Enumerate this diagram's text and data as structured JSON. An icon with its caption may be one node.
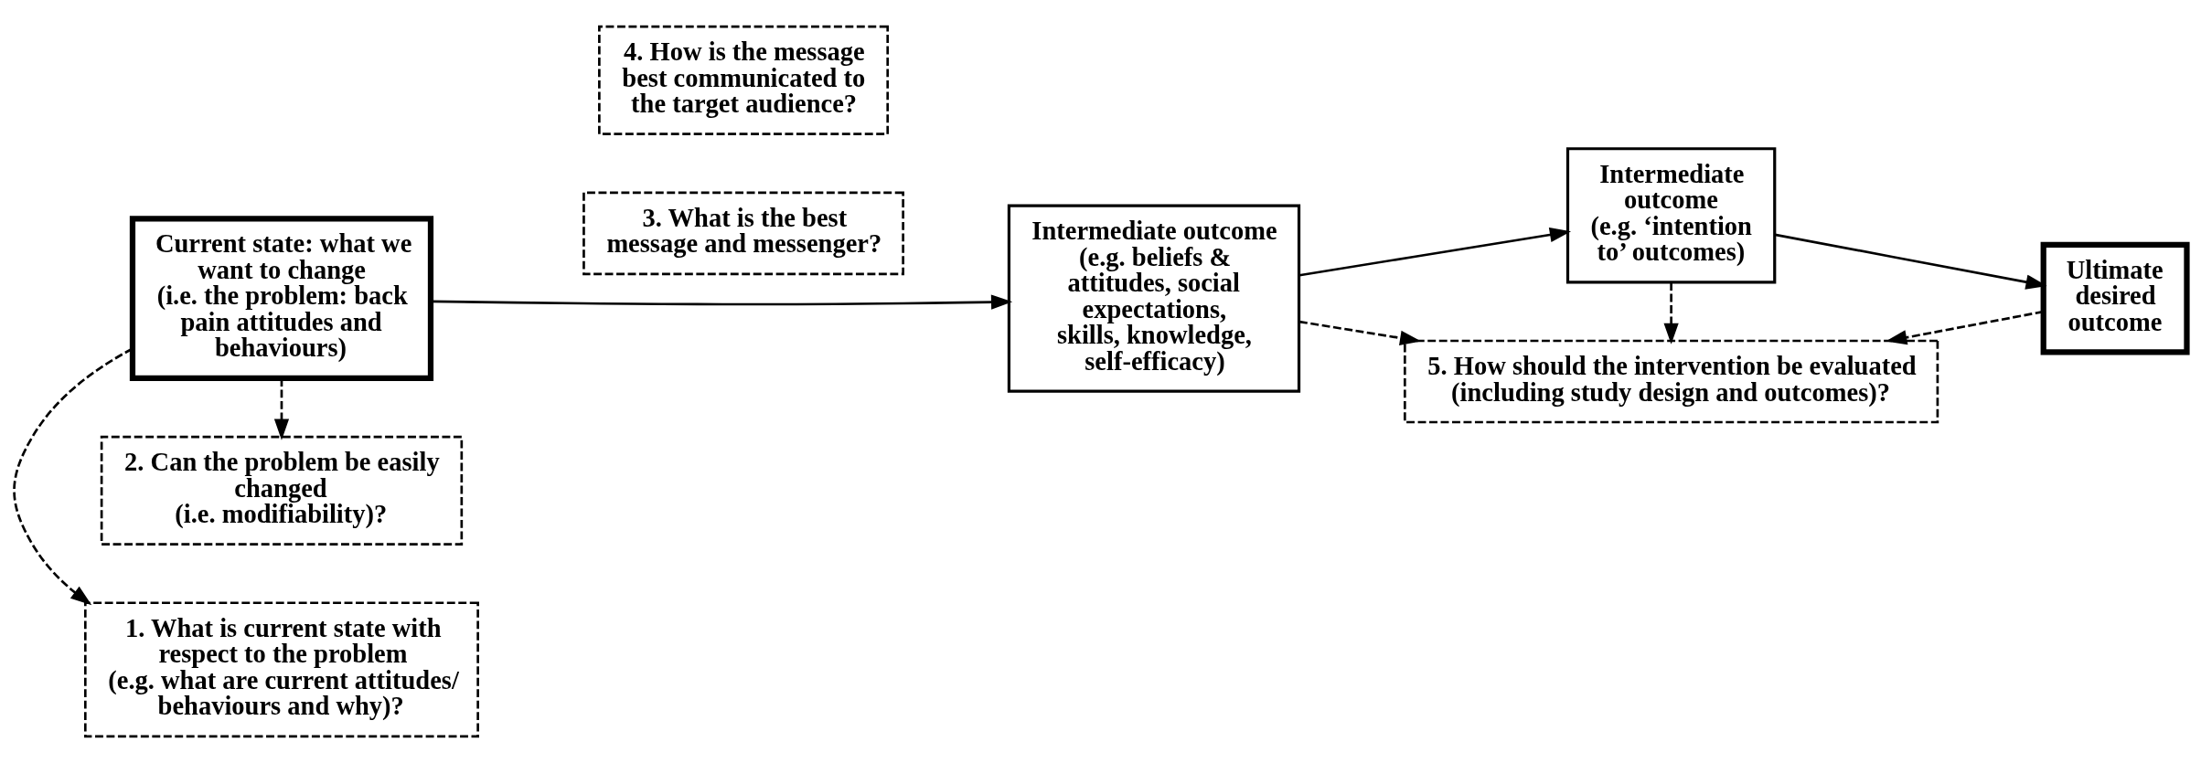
{
  "diagram": {
    "nodes": [
      {
        "text": [
          "1. What is current state with respect to the problem",
          "(e.g. what are current attitudes/ behaviours and why)?"
        ]
      },
      {
        "text": [
          "Current state: what we want to change",
          "(i.e. the problem: back pain attitudes and behaviours)"
        ]
      },
      {
        "text": [
          "2. Can the problem be easily changed",
          "(i.e. modifiability)?"
        ]
      },
      {
        "text": [
          "3. What is the best message and messenger?"
        ]
      },
      {
        "text": [
          "4. How is the message best communicated to the target audience?"
        ]
      },
      {
        "text": [
          "5. How should the intervention be evaluated",
          "(including study design and outcomes)?"
        ]
      },
      {
        "text": [
          "Intermediate outcome",
          "(e.g. beliefs & attitudes, social expectations, skills, knowledge, self-efficacy)"
        ]
      },
      {
        "text": [
          "Intermediate outcome",
          "(e.g. ‘intention to’ outcomes)"
        ]
      },
      {
        "text": [
          "Ultimate desired outcome"
        ]
      }
    ],
    "edges": [
      {
        "from": 1,
        "to": 0,
        "arrow": "to",
        "style": "dashed"
      },
      {
        "from": 1,
        "to": 2,
        "arrow": "to",
        "style": "dashed"
      },
      {
        "from": 1,
        "to": 6,
        "arrow": "to"
      },
      {
        "from": 6,
        "to": 7,
        "arrow": "to"
      },
      {
        "from": 7,
        "to": 8,
        "arrow": "to"
      },
      {
        "from": 6,
        "to": 5,
        "arrow": "to",
        "style": "dashed"
      },
      {
        "from": 7,
        "to": 5,
        "arrow": "to",
        "style": "dashed"
      },
      {
        "from": 8,
        "to": 5,
        "arrow": "to",
        "style": "dashed"
      }
    ]
  }
}
